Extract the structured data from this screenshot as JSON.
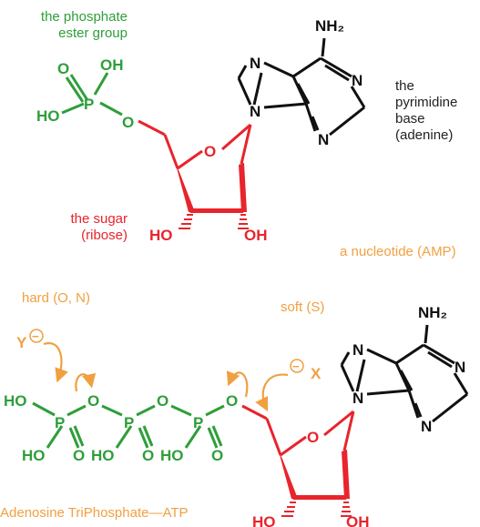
{
  "labels": {
    "phosphate_ester": [
      "the phosphate",
      "ester group"
    ],
    "pyrimidine_base": [
      "the",
      "pyrimidine",
      "base",
      "(adenine)"
    ],
    "sugar": [
      "the sugar",
      "(ribose)"
    ],
    "nucleotide": "a nucleotide (AMP)",
    "hard": "hard (O, N)",
    "soft": "soft (S)",
    "atp": "Adenosine TriPhosphate—ATP"
  },
  "atoms": {
    "NH2": "NH₂",
    "N": "N",
    "O": "O",
    "OH": "OH",
    "HO": "HO",
    "P": "P",
    "Y": "Y",
    "X": "X",
    "minus": "−"
  },
  "colors": {
    "phosphate": "#2f9e3a",
    "sugar": "#e8242c",
    "base": "#111111",
    "annotation": "#f0a040"
  }
}
